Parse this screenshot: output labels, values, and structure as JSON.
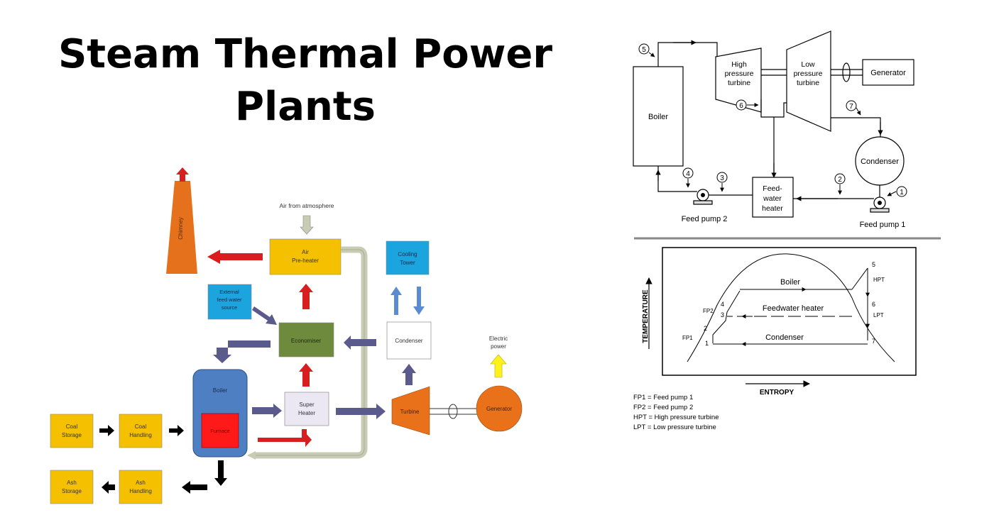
{
  "title": {
    "line1": "Steam Thermal Power",
    "line2": "Plants"
  },
  "colors": {
    "yellow": "#f5c000",
    "green": "#6e8b3d",
    "blue_box": "#1ca4de",
    "boiler_blue": "#4f7fc3",
    "furnace_red": "#ff1a1a",
    "orange": "#e8711a",
    "chimney": "#e6711c",
    "arrow_red": "#d81e1e",
    "arrow_purple": "#5a5a8c",
    "arrow_blue": "#5b8bd0",
    "arrow_yellow": "#fff21c",
    "pipe": "#c9ccb4"
  },
  "block_diagram": {
    "chimney": "Chimney",
    "air_label": "Air from atmosphere",
    "air_preheater": [
      "Air",
      "Pre-heater"
    ],
    "cooling_tower": [
      "Cooling",
      "Tower"
    ],
    "external_feed": [
      "External",
      "feed water",
      "source"
    ],
    "economiser": "Economiser",
    "condenser": "Condenser",
    "electric_power": [
      "Electric",
      "power"
    ],
    "boiler": "Boiler",
    "furnace": "Furnace",
    "super_heater": [
      "Super",
      "Heater"
    ],
    "turbine": "Turbine",
    "generator": "Generator",
    "coal_storage": [
      "Coal",
      "Storage"
    ],
    "coal_handling": [
      "Coal",
      "Handling"
    ],
    "ash_storage": [
      "Ash",
      "Storage"
    ],
    "ash_handling": [
      "Ash",
      "Handling"
    ]
  },
  "schematic": {
    "boiler": "Boiler",
    "hp_turbine": [
      "High",
      "pressure",
      "turbine"
    ],
    "lp_turbine": [
      "Low",
      "pressure",
      "turbine"
    ],
    "generator": "Generator",
    "condenser": "Condenser",
    "feedwater_heater": [
      "Feed-",
      "water",
      "heater"
    ],
    "feed_pump_2": "Feed pump 2",
    "feed_pump_1": "Feed pump 1",
    "state_points": [
      "1",
      "2",
      "3",
      "4",
      "5",
      "6",
      "7"
    ]
  },
  "ts_diagram": {
    "ylabel": "TEMPERATURE",
    "xlabel": "ENTROPY",
    "boiler": "Boiler",
    "feedwater_heater": "Feedwater heater",
    "condenser": "Condenser",
    "left_labels": {
      "fp2": "FP2",
      "fp1": "FP1",
      "p4": "4",
      "p3": "3",
      "p2": "2",
      "p1": "1"
    },
    "right_labels": {
      "p5": "5",
      "hpt": "HPT",
      "p6": "6",
      "lpt": "LPT",
      "p7": "7"
    },
    "legend": [
      "FP1  =  Feed pump 1",
      "FP2  =  Feed pump 2",
      "HPT  =  High pressure turbine",
      "LPT  =  Low pressure turbine"
    ]
  }
}
